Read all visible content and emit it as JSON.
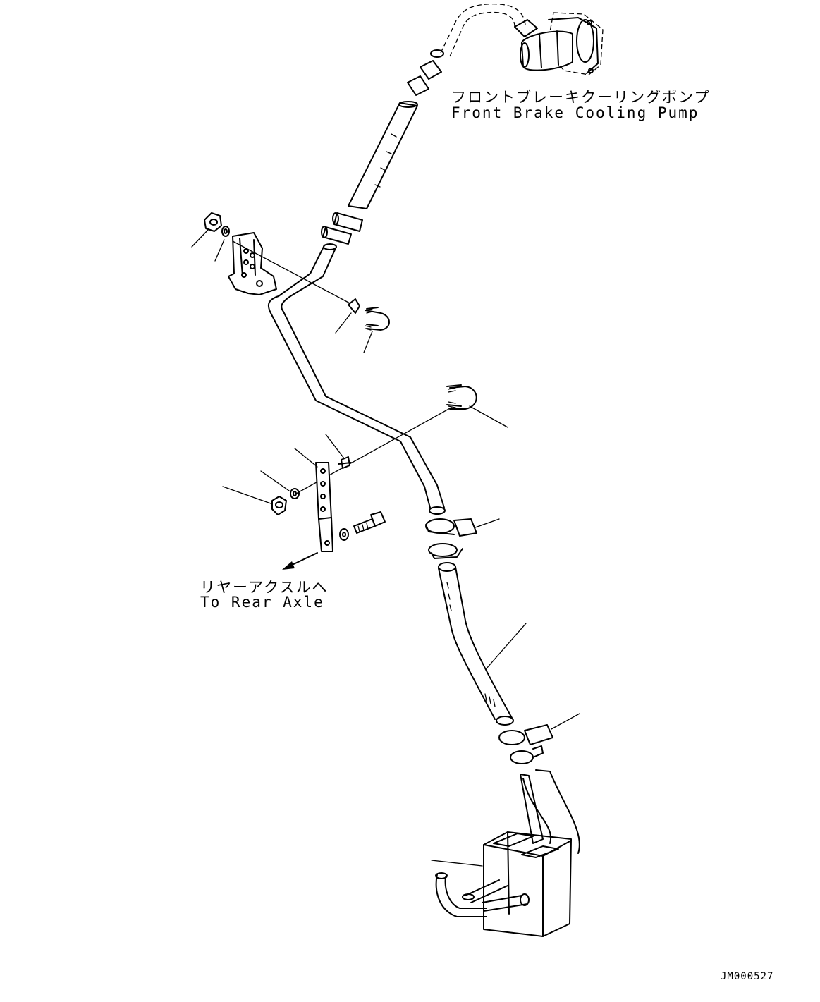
{
  "labels": {
    "pump_jp": "フロントブレーキクーリングポンプ",
    "pump_en": "Front Brake Cooling Pump",
    "axle_jp": "リヤーアクスルへ",
    "axle_en": "To Rear Axle",
    "drawing_number": "JM000527"
  },
  "parts": [
    "pump",
    "hose-upper",
    "tube-main",
    "mount-bracket",
    "u-bolt-upper",
    "u-bolt-lower",
    "strap-bracket",
    "nut",
    "washer",
    "bolt",
    "hose-clamp",
    "hose-lower",
    "cooler"
  ]
}
